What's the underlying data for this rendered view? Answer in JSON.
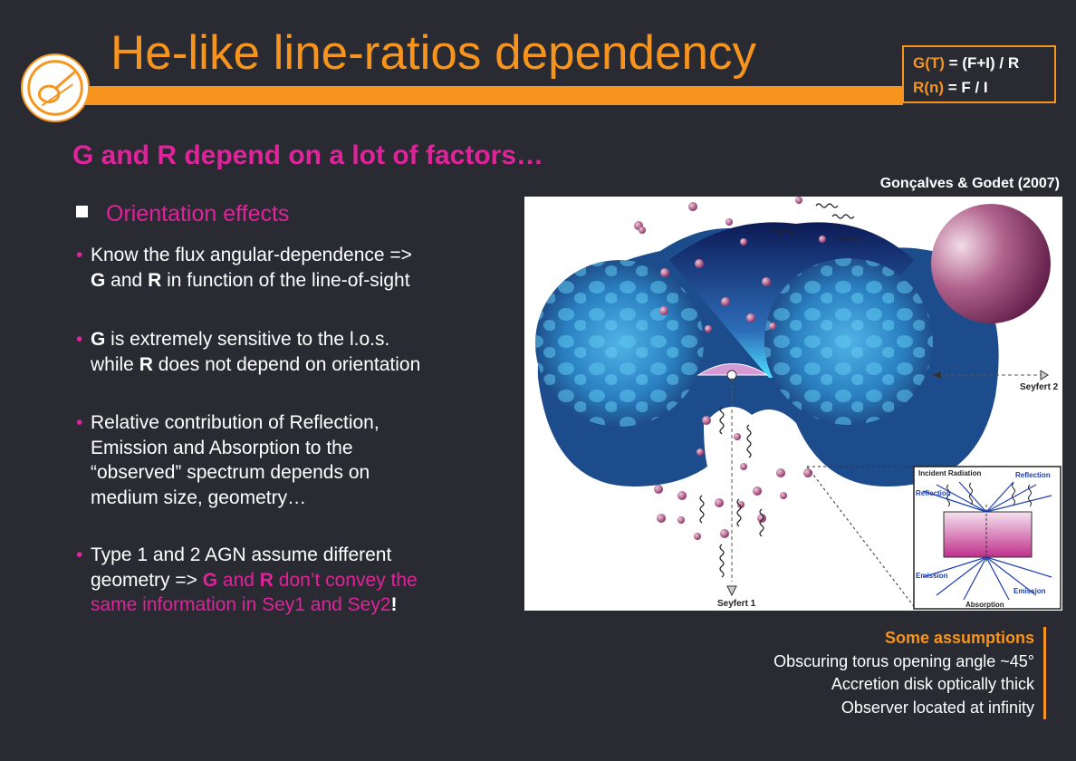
{
  "title": "He-like line-ratios dependency",
  "formulas": {
    "g_label": "G(T)",
    "g_expr": " = (F+I) / R",
    "r_label": "R(n)",
    "r_expr": " =  F / I"
  },
  "subtitle": "G and R depend on a lot of factors…",
  "section_heading": "Orientation effects",
  "bullets": {
    "b1": {
      "l1": "Know the flux angular-dependence =>",
      "g": "G",
      "and": " and ",
      "r": "R",
      "rest": " in function of the line-of-sight"
    },
    "b2": {
      "g": "G",
      "l1": " is extremely sensitive to the l.o.s.",
      "while": "while ",
      "r": "R",
      "rest": " does not depend on orientation"
    },
    "b3": {
      "l1": "Relative contribution of Reflection,",
      "l2": "Emission and Absorption to the",
      "l3": "“observed” spectrum depends on",
      "l4": "medium size, geometry…"
    },
    "b4": {
      "l1": "Type 1 and 2 AGN assume different",
      "l2a": "geometry => ",
      "g": "G",
      "and": " and ",
      "r": "R",
      "l2b": " don’t convey the",
      "l3": "same information in Sey1 and Sey2",
      "bang": "!"
    }
  },
  "citation": "Gonçalves & Godet (2007)",
  "figure_labels": {
    "seyfert1": "Seyfert 1",
    "seyfert2": "Seyfert 2",
    "incident": "Incident Radiation",
    "reflection_left": "Reflection",
    "reflection_right": "Reflection",
    "emission_left": "Emission",
    "emission_right": "Emission",
    "absorption": "Absorption"
  },
  "assumptions": {
    "heading": "Some assumptions",
    "items": [
      "Obscuring torus opening angle ~45°",
      "Accretion disk optically thick",
      "Observer located at infinity"
    ]
  },
  "colors": {
    "accent": "#f7941d",
    "highlight": "#e0239b",
    "background": "#2a2a33"
  }
}
